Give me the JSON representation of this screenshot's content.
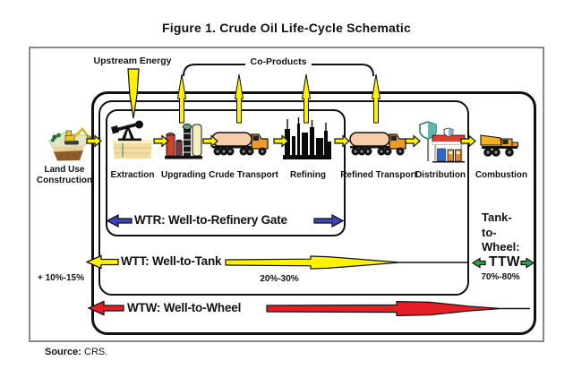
{
  "title": "Figure 1. Crude Oil Life-Cycle Schematic",
  "top_flows": {
    "upstream_energy": "Upstream Energy",
    "co_products": "Co-Products"
  },
  "stages": [
    {
      "id": "land-use",
      "label": "Land Use\nConstruction",
      "icon": "excavator-land-icon",
      "share": "+ 10%-15%"
    },
    {
      "id": "extraction",
      "label": "Extraction",
      "icon": "oil-pump-jack-icon"
    },
    {
      "id": "upgrading",
      "label": "Upgrading",
      "icon": "upgrader-columns-icon"
    },
    {
      "id": "crude-transport",
      "label": "Crude Transport",
      "icon": "tanker-truck-icon"
    },
    {
      "id": "refining",
      "label": "Refining",
      "icon": "refinery-silhouette-icon"
    },
    {
      "id": "refined-transport",
      "label": "Refined Transport",
      "icon": "tanker-truck-icon"
    },
    {
      "id": "distribution",
      "label": "Distribution",
      "icon": "gas-station-icon"
    },
    {
      "id": "combustion",
      "label": "Combustion",
      "icon": "pickup-truck-icon"
    }
  ],
  "spans": {
    "wtr": {
      "label": "WTR: Well-to-Refinery Gate",
      "color": "#3A43C2"
    },
    "wtt": {
      "label": "WTT: Well-to-Tank",
      "color": "#FFF200",
      "share": "20%-30%"
    },
    "wtw": {
      "label": "WTW: Well-to-Wheel",
      "color": "#E51D25"
    },
    "ttw": {
      "heading": "Tank-\nto-\nWheel:",
      "label": "TTW",
      "color": "#2EA355",
      "share": "70%-80%"
    }
  },
  "land_use_share": "+ 10%-15%",
  "source": {
    "label": "Source:",
    "value": "CRS."
  }
}
